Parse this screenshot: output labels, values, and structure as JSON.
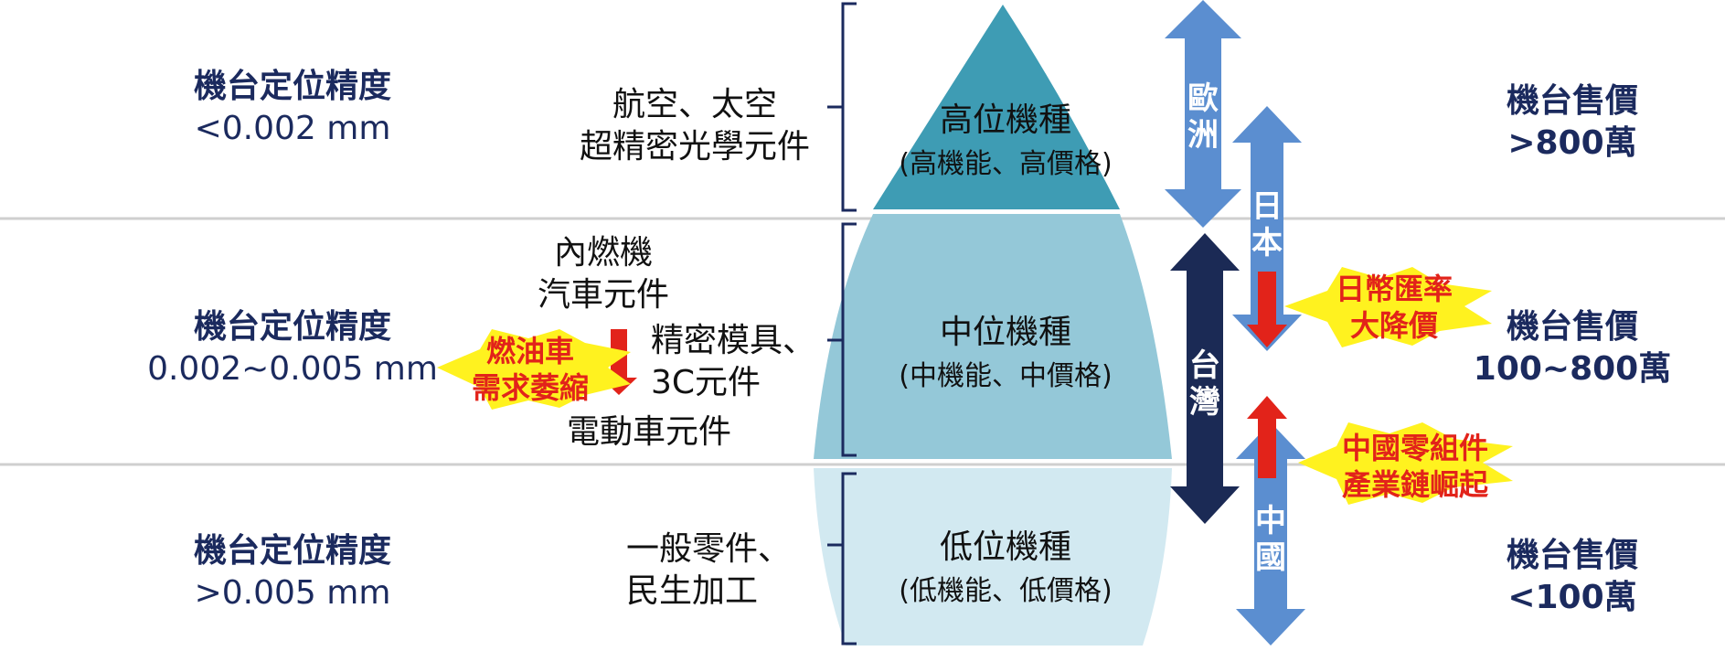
{
  "rows": [
    {
      "precision_label": "機台定位精度",
      "precision_value": "<0.002 mm",
      "applications": [
        "航空、太空",
        "超精密光學元件"
      ],
      "tier_name": "高位機種",
      "tier_desc": "(高機能、高價格)",
      "price_label": "機台售價",
      "price_value": ">800萬"
    },
    {
      "precision_label": "機台定位精度",
      "precision_value": "0.002~0.005 mm",
      "applications": [
        "內燃機",
        "汽車元件",
        "精密模具、",
        "3C元件",
        "電動車元件"
      ],
      "tier_name": "中位機種",
      "tier_desc": "(中機能、中價格)",
      "price_label": "機台售價",
      "price_value": "100~800萬"
    },
    {
      "precision_label": "機台定位精度",
      "precision_value": ">0.005 mm",
      "applications": [
        "一般零件、",
        "民生加工"
      ],
      "tier_name": "低位機種",
      "tier_desc": "(低機能、低價格)",
      "price_label": "機台售價",
      "price_value": "<100萬"
    }
  ],
  "regions": {
    "europe": [
      "歐",
      "洲"
    ],
    "japan": [
      "日",
      "本"
    ],
    "taiwan": [
      "台",
      "灣"
    ],
    "china": [
      "中",
      "國"
    ]
  },
  "callouts": {
    "fuel": [
      "燃油車",
      "需求萎縮"
    ],
    "yen": [
      "日幣匯率",
      "大降價"
    ],
    "china_rise": [
      "中國零組件",
      "產業鏈崛起"
    ]
  },
  "colors": {
    "navy_text": "#1b2a5e",
    "tier_high": "#3e9cb4",
    "tier_mid": "#94c8d8",
    "tier_low": "#d2e9f1",
    "arrow_blue": "#5b8ed0",
    "arrow_navy": "#1b2a55",
    "red_arrow": "#e2231a",
    "burst_yellow": "#fff21f"
  }
}
